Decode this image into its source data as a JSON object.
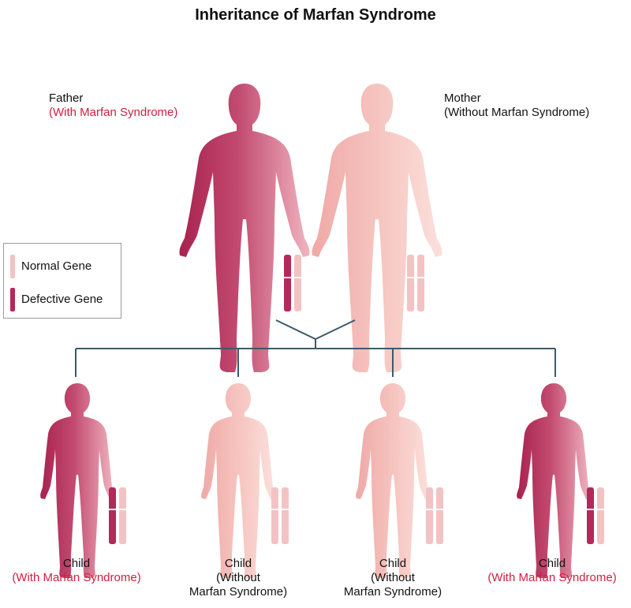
{
  "title": "Inheritance of Marfan Syndrome",
  "father": {
    "name": "Father",
    "status": "(With Marfan Syndrome)"
  },
  "mother": {
    "name": "Mother",
    "status": "(Without Marfan Syndrome)"
  },
  "legend": {
    "normal": "Normal Gene",
    "defective": "Defective Gene"
  },
  "children": [
    {
      "name": "Child",
      "line1": "(With Marfan Syndrome)",
      "line2": "",
      "affected": true
    },
    {
      "name": "Child",
      "line1": "(Without",
      "line2": "Marfan Syndrome)",
      "affected": false
    },
    {
      "name": "Child",
      "line1": "(Without",
      "line2": "Marfan Syndrome)",
      "affected": false
    },
    {
      "name": "Child",
      "line1": "(With Marfan Syndrome)",
      "line2": "",
      "affected": true
    }
  ],
  "colors": {
    "affected": "#b5385f",
    "affected_light": "#e8aabb",
    "unaffected": "#f2b9b4",
    "normal_gene": "#f3c3c3",
    "defective_gene": "#b3295a",
    "line": "#3d5a6a",
    "status_red": "#d11f3f"
  }
}
